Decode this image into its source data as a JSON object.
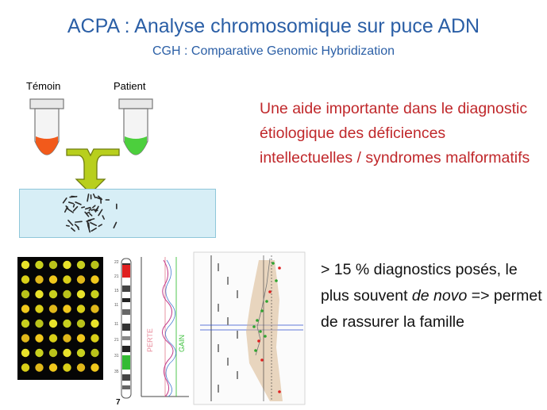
{
  "title": "ACPA : Analyse chromosomique sur puce ADN",
  "subtitle": "CGH : Comparative Genomic Hybridization",
  "tubes": {
    "control_label": "Témoin",
    "patient_label": "Patient",
    "control_color": "#f25a1b",
    "patient_color": "#4ccf3d"
  },
  "highlight_text": "Une aide importante dans le diagnostic étiologique des déficiences intellectuelles / syndromes malformatifs",
  "highlight_color": "#c0282b",
  "result_text": {
    "part1": "> 15 % diagnostics posés, le plus souvent ",
    "italic": "de novo",
    "part2": " => permet de rassurer la famille"
  },
  "profile_labels": {
    "loss": "PERTE",
    "gain": "GAIN",
    "chromosome": "7"
  },
  "colors": {
    "title": "#2b5fa6",
    "arrow": "#b8cf1d",
    "loss": "#e88a9a",
    "gain": "#3fc13f"
  }
}
